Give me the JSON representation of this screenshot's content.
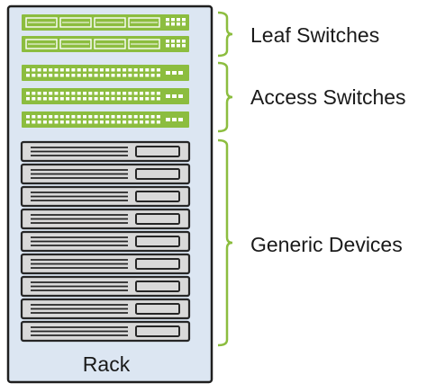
{
  "rack": {
    "label": "Rack"
  },
  "groups": [
    {
      "id": "leaf",
      "label": "Leaf Switches",
      "device_kind": "leaf-switch",
      "count": 2
    },
    {
      "id": "access",
      "label": "Access Switches",
      "device_kind": "access-switch",
      "count": 3
    },
    {
      "id": "generic",
      "label": "Generic Devices",
      "device_kind": "server",
      "count": 9
    }
  ],
  "colors": {
    "rack_fill": "#dce6f2",
    "rack_border": "#1f1f1f",
    "switch_green": "#8cbd3f",
    "switch_port": "#ffffff",
    "server_fill": "#d9d9d9",
    "server_border": "#262626",
    "brace": "#8cbd3f",
    "text": "#1a1a1a"
  }
}
